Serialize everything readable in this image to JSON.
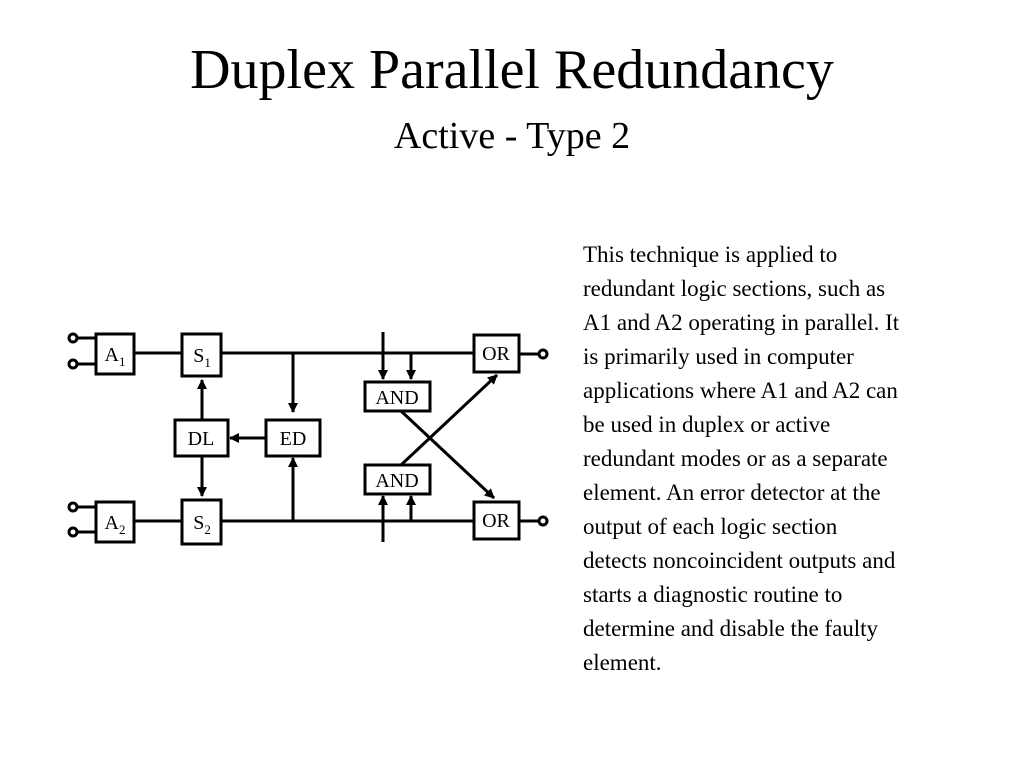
{
  "slide": {
    "title": "Duplex Parallel Redundancy",
    "subtitle": "Active - Type 2",
    "description": "This technique is applied to\nredundant logic sections, such as\nA1 and A2 operating in parallel.  It\nis primarily used in computer\napplications where A1 and A2 can\nbe used in duplex or active\nredundant modes or as a separate\nelement.  An error detector at the\noutput of each logic section\ndetects noncoincident outputs and\nstarts a diagnostic routine to\ndetermine and disable the faulty\nelement."
  },
  "diagram": {
    "blocks": {
      "a1": {
        "base": "A",
        "sub": "1"
      },
      "a2": {
        "base": "A",
        "sub": "2"
      },
      "s1": {
        "base": "S",
        "sub": "1"
      },
      "s2": {
        "base": "S",
        "sub": "2"
      },
      "dl": "DL",
      "ed": "ED",
      "and_top": "AND",
      "and_bottom": "AND",
      "or_top": "OR",
      "or_bottom": "OR"
    }
  }
}
